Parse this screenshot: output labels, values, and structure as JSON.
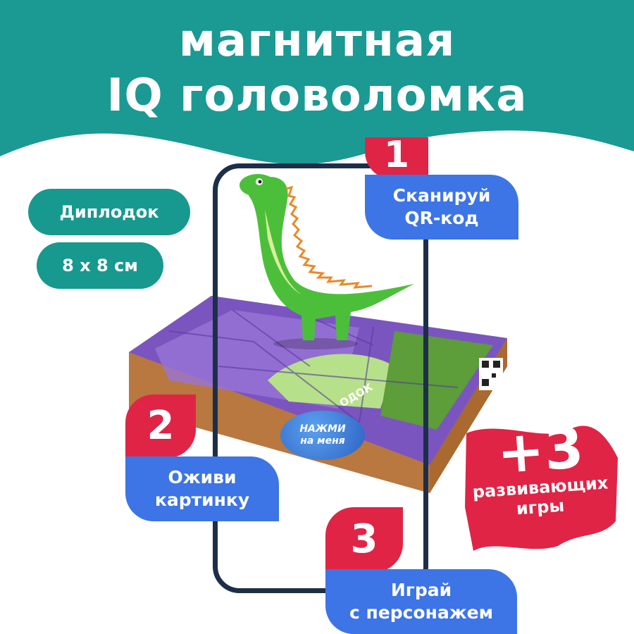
{
  "header": {
    "title_line1": "магнитная",
    "title_line2": "IQ головоломка",
    "color": "#1a9a93"
  },
  "tags": {
    "name": "Диплодок",
    "size": "8 x 8 см"
  },
  "steps": [
    {
      "number": "1",
      "text_line1": "Сканируй",
      "text_line2": "QR-код"
    },
    {
      "number": "2",
      "text_line1": "Оживи",
      "text_line2": "картинку"
    },
    {
      "number": "3",
      "text_line1": "Играй",
      "text_line2": "с персонажем"
    }
  ],
  "bonus": {
    "big": "+3",
    "line1": "развивающих",
    "line2": "игры"
  },
  "puzzle": {
    "button_line1": "НАЖМИ",
    "button_line2": "на меня",
    "side_text": "ОДОК"
  },
  "colors": {
    "teal": "#17998f",
    "blue": "#3d74e6",
    "red": "#e02445",
    "phone": "#1d2f48",
    "dino": "#4cbf3a",
    "wood": "#c98b52",
    "puzzle_purple": "#7a55c0"
  }
}
